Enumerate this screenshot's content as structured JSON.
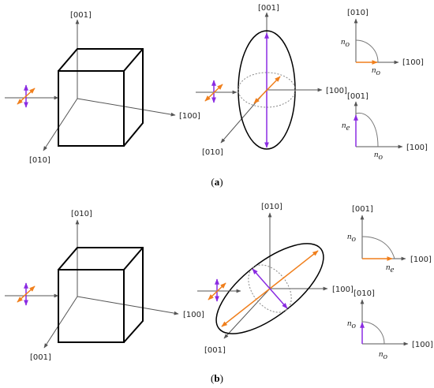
{
  "panel_a": {
    "caption_open": "(",
    "caption_letter": "a",
    "caption_close": ")",
    "cube_axes": {
      "up": "[001]",
      "right": "[100]",
      "down_left": "[010]"
    },
    "ellipsoid_axes": {
      "up": "[001]",
      "right": "[100]",
      "down_left": "[010]"
    },
    "inset_top": {
      "axis_y": "[010]",
      "axis_x": "[100]",
      "label_y": "n",
      "label_y_sub": "o",
      "label_x": "n",
      "label_x_sub": "o"
    },
    "inset_bottom": {
      "axis_y": "[001]",
      "axis_x": "[100]",
      "label_y": "n",
      "label_y_sub": "e",
      "label_x": "n",
      "label_x_sub": "o"
    }
  },
  "panel_b": {
    "caption_open": "(",
    "caption_letter": "b",
    "caption_close": ")",
    "cube_axes": {
      "up": "[010]",
      "right": "[100]",
      "down_left": "[001]"
    },
    "ellipsoid_axes": {
      "up": "[010]",
      "right": "[100]",
      "down_left": "[001]"
    },
    "inset_top": {
      "axis_y": "[001]",
      "axis_x": "[100]",
      "label_y": "n",
      "label_y_sub": "o",
      "label_x": "n",
      "label_x_sub": "e"
    },
    "inset_bottom": {
      "axis_y": "[010]",
      "axis_x": "[100]",
      "label_y": "n",
      "label_y_sub": "o",
      "label_x": "n",
      "label_x_sub": "o"
    }
  },
  "colors": {
    "orange": "#f07f1c",
    "purple": "#8a2be2",
    "axis": "#555555",
    "dotted": "#888888"
  }
}
